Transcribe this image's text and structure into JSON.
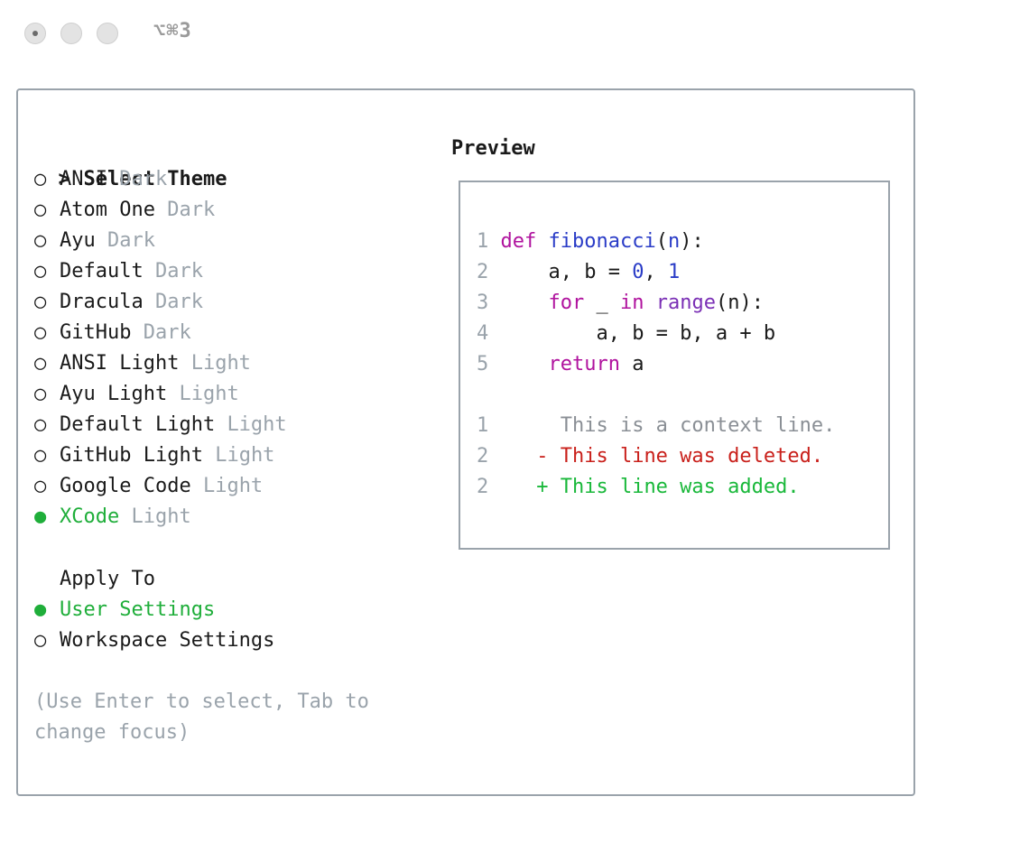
{
  "window": {
    "shortcut": "⌥⌘3"
  },
  "themes": {
    "heading_prefix": ">",
    "heading": "Select Theme",
    "items": [
      {
        "name": "ANSI",
        "variant": "Dark",
        "selected": false
      },
      {
        "name": "Atom One",
        "variant": "Dark",
        "selected": false
      },
      {
        "name": "Ayu",
        "variant": "Dark",
        "selected": false
      },
      {
        "name": "Default",
        "variant": "Dark",
        "selected": false
      },
      {
        "name": "Dracula",
        "variant": "Dark",
        "selected": false
      },
      {
        "name": "GitHub",
        "variant": "Dark",
        "selected": false
      },
      {
        "name": "ANSI Light",
        "variant": "Light",
        "selected": false
      },
      {
        "name": "Ayu Light",
        "variant": "Light",
        "selected": false
      },
      {
        "name": "Default Light",
        "variant": "Light",
        "selected": false
      },
      {
        "name": "GitHub Light",
        "variant": "Light",
        "selected": false
      },
      {
        "name": "Google Code",
        "variant": "Light",
        "selected": false
      },
      {
        "name": "XCode",
        "variant": "Light",
        "selected": true
      }
    ],
    "bullet_empty": "○",
    "bullet_filled": "●"
  },
  "apply_to": {
    "heading": "Apply To",
    "items": [
      {
        "name": "User Settings",
        "selected": true
      },
      {
        "name": "Workspace Settings",
        "selected": false
      }
    ]
  },
  "help_text": "(Use Enter to select, Tab to change focus)",
  "preview": {
    "heading": "Preview",
    "code": {
      "l1_num": "1",
      "l1_def": "def",
      "l1_fn": "fibonacci",
      "l1_p1": "(",
      "l1_arg": "n",
      "l1_p2": "):",
      "l2_num": "2",
      "l2_a": "    a, b = ",
      "l2_zero": "0",
      "l2_comma": ", ",
      "l2_one": "1",
      "l3_num": "3",
      "l3_ind": "    ",
      "l3_for": "for",
      "l3_mid": " _ ",
      "l3_in": "in",
      "l3_sp": " ",
      "l3_range": "range",
      "l3_rest": "(n):",
      "l4_num": "4",
      "l4_text": "        a, b = b, a + b",
      "l5_num": "5",
      "l5_ind": "    ",
      "l5_ret": "return",
      "l5_rest": " a"
    },
    "diff": {
      "d1_num": "1",
      "d1_text": "  This is a context line.",
      "d2_num": "2",
      "d2_text": "- This line was deleted.",
      "d3_num": "2",
      "d3_text": "+ This line was added."
    }
  },
  "colors": {
    "selected_green": "#1fae3a",
    "muted": "#9aa3ab",
    "keyword": "#b0139e",
    "function": "#2a3cc7",
    "deleted": "#c9201b",
    "added": "#19b83a"
  }
}
